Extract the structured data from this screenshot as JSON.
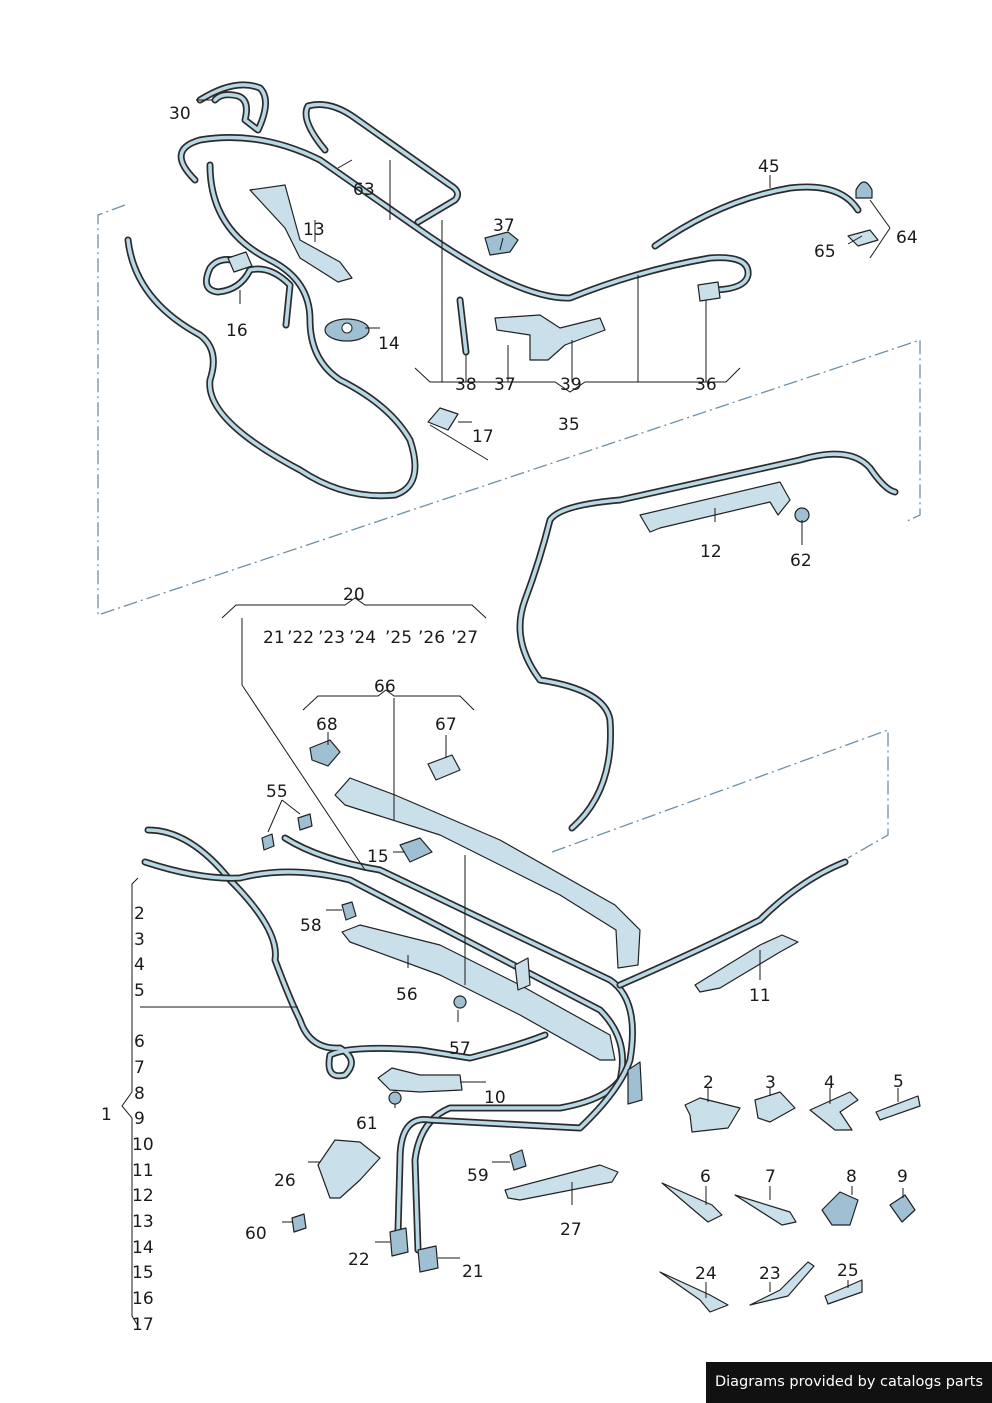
{
  "diagram": {
    "callouts": [
      {
        "id": "c30",
        "text": "30"
      },
      {
        "id": "c63",
        "text": "63"
      },
      {
        "id": "c13",
        "text": "13"
      },
      {
        "id": "c37a",
        "text": "37"
      },
      {
        "id": "c45",
        "text": "45"
      },
      {
        "id": "c64",
        "text": "64"
      },
      {
        "id": "c65",
        "text": "65"
      },
      {
        "id": "c16",
        "text": "16"
      },
      {
        "id": "c14",
        "text": "14"
      },
      {
        "id": "c38",
        "text": "38"
      },
      {
        "id": "c37b",
        "text": "37"
      },
      {
        "id": "c39",
        "text": "39"
      },
      {
        "id": "c36",
        "text": "36"
      },
      {
        "id": "c17",
        "text": "17"
      },
      {
        "id": "c35",
        "text": "35"
      },
      {
        "id": "c12",
        "text": "12"
      },
      {
        "id": "c62",
        "text": "62"
      },
      {
        "id": "c20",
        "text": "20"
      },
      {
        "id": "c66",
        "text": "66"
      },
      {
        "id": "c68",
        "text": "68"
      },
      {
        "id": "c67",
        "text": "67"
      },
      {
        "id": "c55",
        "text": "55"
      },
      {
        "id": "c15",
        "text": "15"
      },
      {
        "id": "c58",
        "text": "58"
      },
      {
        "id": "c56",
        "text": "56"
      },
      {
        "id": "c57",
        "text": "57"
      },
      {
        "id": "c11",
        "text": "11"
      },
      {
        "id": "c10",
        "text": "10"
      },
      {
        "id": "c61",
        "text": "61"
      },
      {
        "id": "c1",
        "text": "1"
      },
      {
        "id": "c26",
        "text": "26"
      },
      {
        "id": "c59",
        "text": "59"
      },
      {
        "id": "c27",
        "text": "27"
      },
      {
        "id": "c60",
        "text": "60"
      },
      {
        "id": "c22",
        "text": "22"
      },
      {
        "id": "c21",
        "text": "21"
      },
      {
        "id": "k2",
        "text": "2"
      },
      {
        "id": "k3",
        "text": "3"
      },
      {
        "id": "k4",
        "text": "4"
      },
      {
        "id": "k5",
        "text": "5"
      },
      {
        "id": "k6",
        "text": "6"
      },
      {
        "id": "k7",
        "text": "7"
      },
      {
        "id": "k8",
        "text": "8"
      },
      {
        "id": "k9",
        "text": "9"
      },
      {
        "id": "k24",
        "text": "24"
      },
      {
        "id": "k23",
        "text": "23"
      },
      {
        "id": "k25",
        "text": "25"
      }
    ],
    "group20_items": [
      "21",
      "’22",
      "’23",
      "’24",
      "’25",
      "’26",
      "’27"
    ],
    "group1_items": [
      "2",
      "3",
      "4",
      "5",
      "6",
      "7",
      "8",
      "9",
      "10",
      "11",
      "12",
      "13",
      "14",
      "15",
      "16",
      "17"
    ]
  },
  "footer": {
    "credit": "Diagrams provided by catalogs parts"
  }
}
